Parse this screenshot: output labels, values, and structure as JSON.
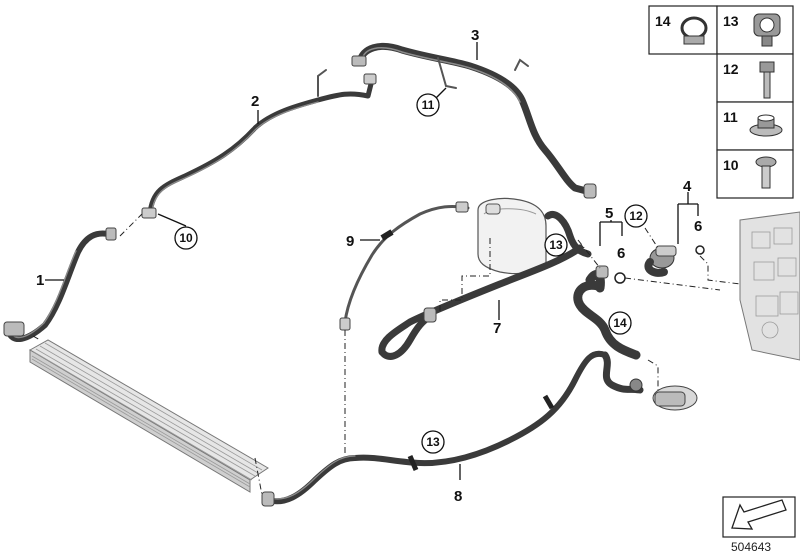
{
  "callouts": {
    "c1": "1",
    "c2": "2",
    "c3": "3",
    "c4": "4",
    "c5": "5",
    "c6a": "6",
    "c6b": "6",
    "c7": "7",
    "c8": "8",
    "c9": "9",
    "c10": "10",
    "c11": "11",
    "c12": "12",
    "c13a": "13",
    "c13b": "13",
    "c14": "14"
  },
  "parts_panel": {
    "p14": "14",
    "p13": "13",
    "p12": "12",
    "p11": "11",
    "p10": "10"
  },
  "diagram_id": "504643",
  "colors": {
    "hose": "#3a3a3a",
    "metal": "#bdbdbd",
    "line": "#111111"
  },
  "icons": {
    "back_arrow": "arrow-down-left-icon"
  }
}
